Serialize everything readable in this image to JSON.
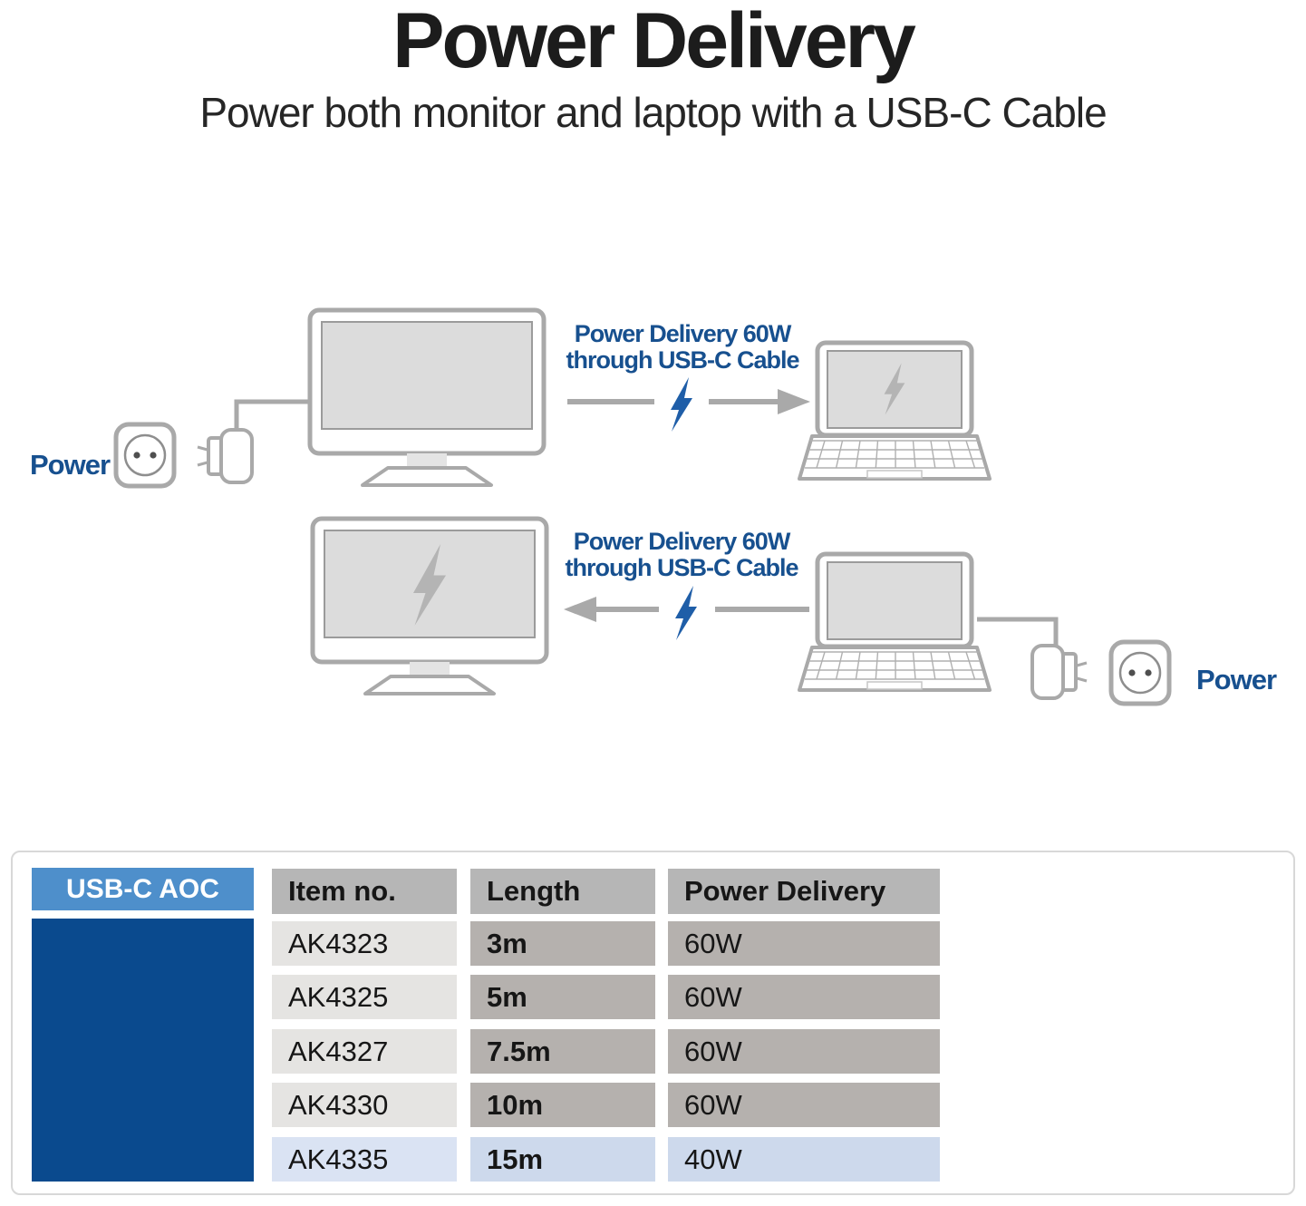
{
  "page": {
    "title": "Power Delivery",
    "subtitle": "Power both monitor and laptop with a USB-C Cable"
  },
  "diagram_top": {
    "caption_line1": "Power Delivery 60W",
    "caption_line2": "through USB-C Cable",
    "outlet_label": "Power",
    "direction": "monitor-to-laptop"
  },
  "diagram_bottom": {
    "caption_line1": "Power Delivery 60W",
    "caption_line2": "through USB-C Cable",
    "outlet_label": "Power",
    "direction": "laptop-to-monitor"
  },
  "table": {
    "product_label": "USB-C AOC",
    "columns": [
      "Item no.",
      "Length",
      "Power Delivery"
    ],
    "rows": [
      {
        "item": "AK4323",
        "length": "3m",
        "power": "60W"
      },
      {
        "item": "AK4325",
        "length": "5m",
        "power": "60W"
      },
      {
        "item": "AK4327",
        "length": "7.5m",
        "power": "60W"
      },
      {
        "item": "AK4330",
        "length": "10m",
        "power": "60W"
      },
      {
        "item": "AK4335",
        "length": "15m",
        "power": "40W"
      }
    ]
  },
  "colors": {
    "accent_blue": "#17508f",
    "bolt_blue": "#1f5ea8",
    "brand_blue_light": "#4e8fcb",
    "brand_blue_dark": "#0a4a8e",
    "cell_gray": "#b5b1ae",
    "cell_light_gray": "#e5e4e2",
    "highlight_row_blue": "#cdd9ec",
    "device_outline_gray": "#a9a9a9"
  }
}
